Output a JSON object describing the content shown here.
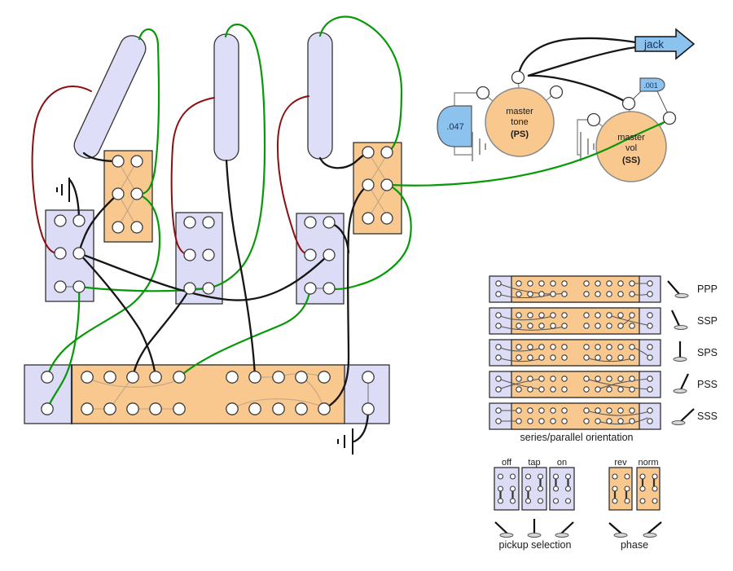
{
  "pots": {
    "tone": {
      "line1": "master",
      "line2": "tone",
      "line3": "(PS)"
    },
    "vol": {
      "line1": "master",
      "line2": "vol",
      "line3": "(SS)"
    }
  },
  "capacitors": {
    "tone_cap": ".047",
    "bleed_cap": ".001"
  },
  "jack": {
    "label": "jack"
  },
  "legend": {
    "caption": "series/parallel orientation",
    "rows": [
      {
        "label": "PPP"
      },
      {
        "label": "SSP"
      },
      {
        "label": "SPS"
      },
      {
        "label": "PSS"
      },
      {
        "label": "SSS"
      }
    ]
  },
  "pickup_selection": {
    "caption": "pickup selection",
    "options": [
      {
        "label": "off"
      },
      {
        "label": "tap"
      },
      {
        "label": "on"
      }
    ]
  },
  "phase": {
    "caption": "phase",
    "options": [
      {
        "label": "rev"
      },
      {
        "label": "norm"
      }
    ]
  },
  "colors": {
    "orange": "#f8c88e",
    "lavender": "#dcdcf6",
    "blue": "#8cc2ee",
    "wire_green": "#089908",
    "wire_red": "#8b0f0f",
    "wire_black": "#161616",
    "wire_tan": "#c4a484",
    "label": "#1a1a1a",
    "cap_label": "#16325c"
  }
}
